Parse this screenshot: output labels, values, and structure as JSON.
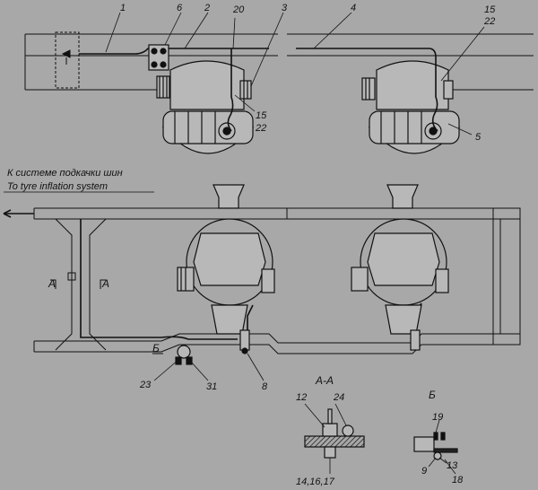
{
  "captions": {
    "ru": "К системе подкачки шин",
    "en": "To tyre inflation system"
  },
  "callouts": {
    "n1": "1",
    "n6": "6",
    "n2": "2",
    "n20": "20",
    "n3": "3",
    "n4": "4",
    "n15a": "15",
    "n22a": "22",
    "n15b": "15",
    "n22b": "22",
    "n5": "5",
    "n23": "23",
    "n31": "31",
    "n8": "8",
    "n12": "12",
    "n24": "24",
    "n14": "14,16,17",
    "n19": "19",
    "n13": "13",
    "n9": "9",
    "n18": "18"
  },
  "section_marks": {
    "aa_title": "А-А",
    "b_title": "Б",
    "a_left": "А",
    "a_right": "А",
    "b_mark": "Б"
  },
  "colors": {
    "background": "#a8a8a8",
    "line": "#111111",
    "fill_light": "#b8b8b8",
    "fill_dark": "#222222"
  }
}
